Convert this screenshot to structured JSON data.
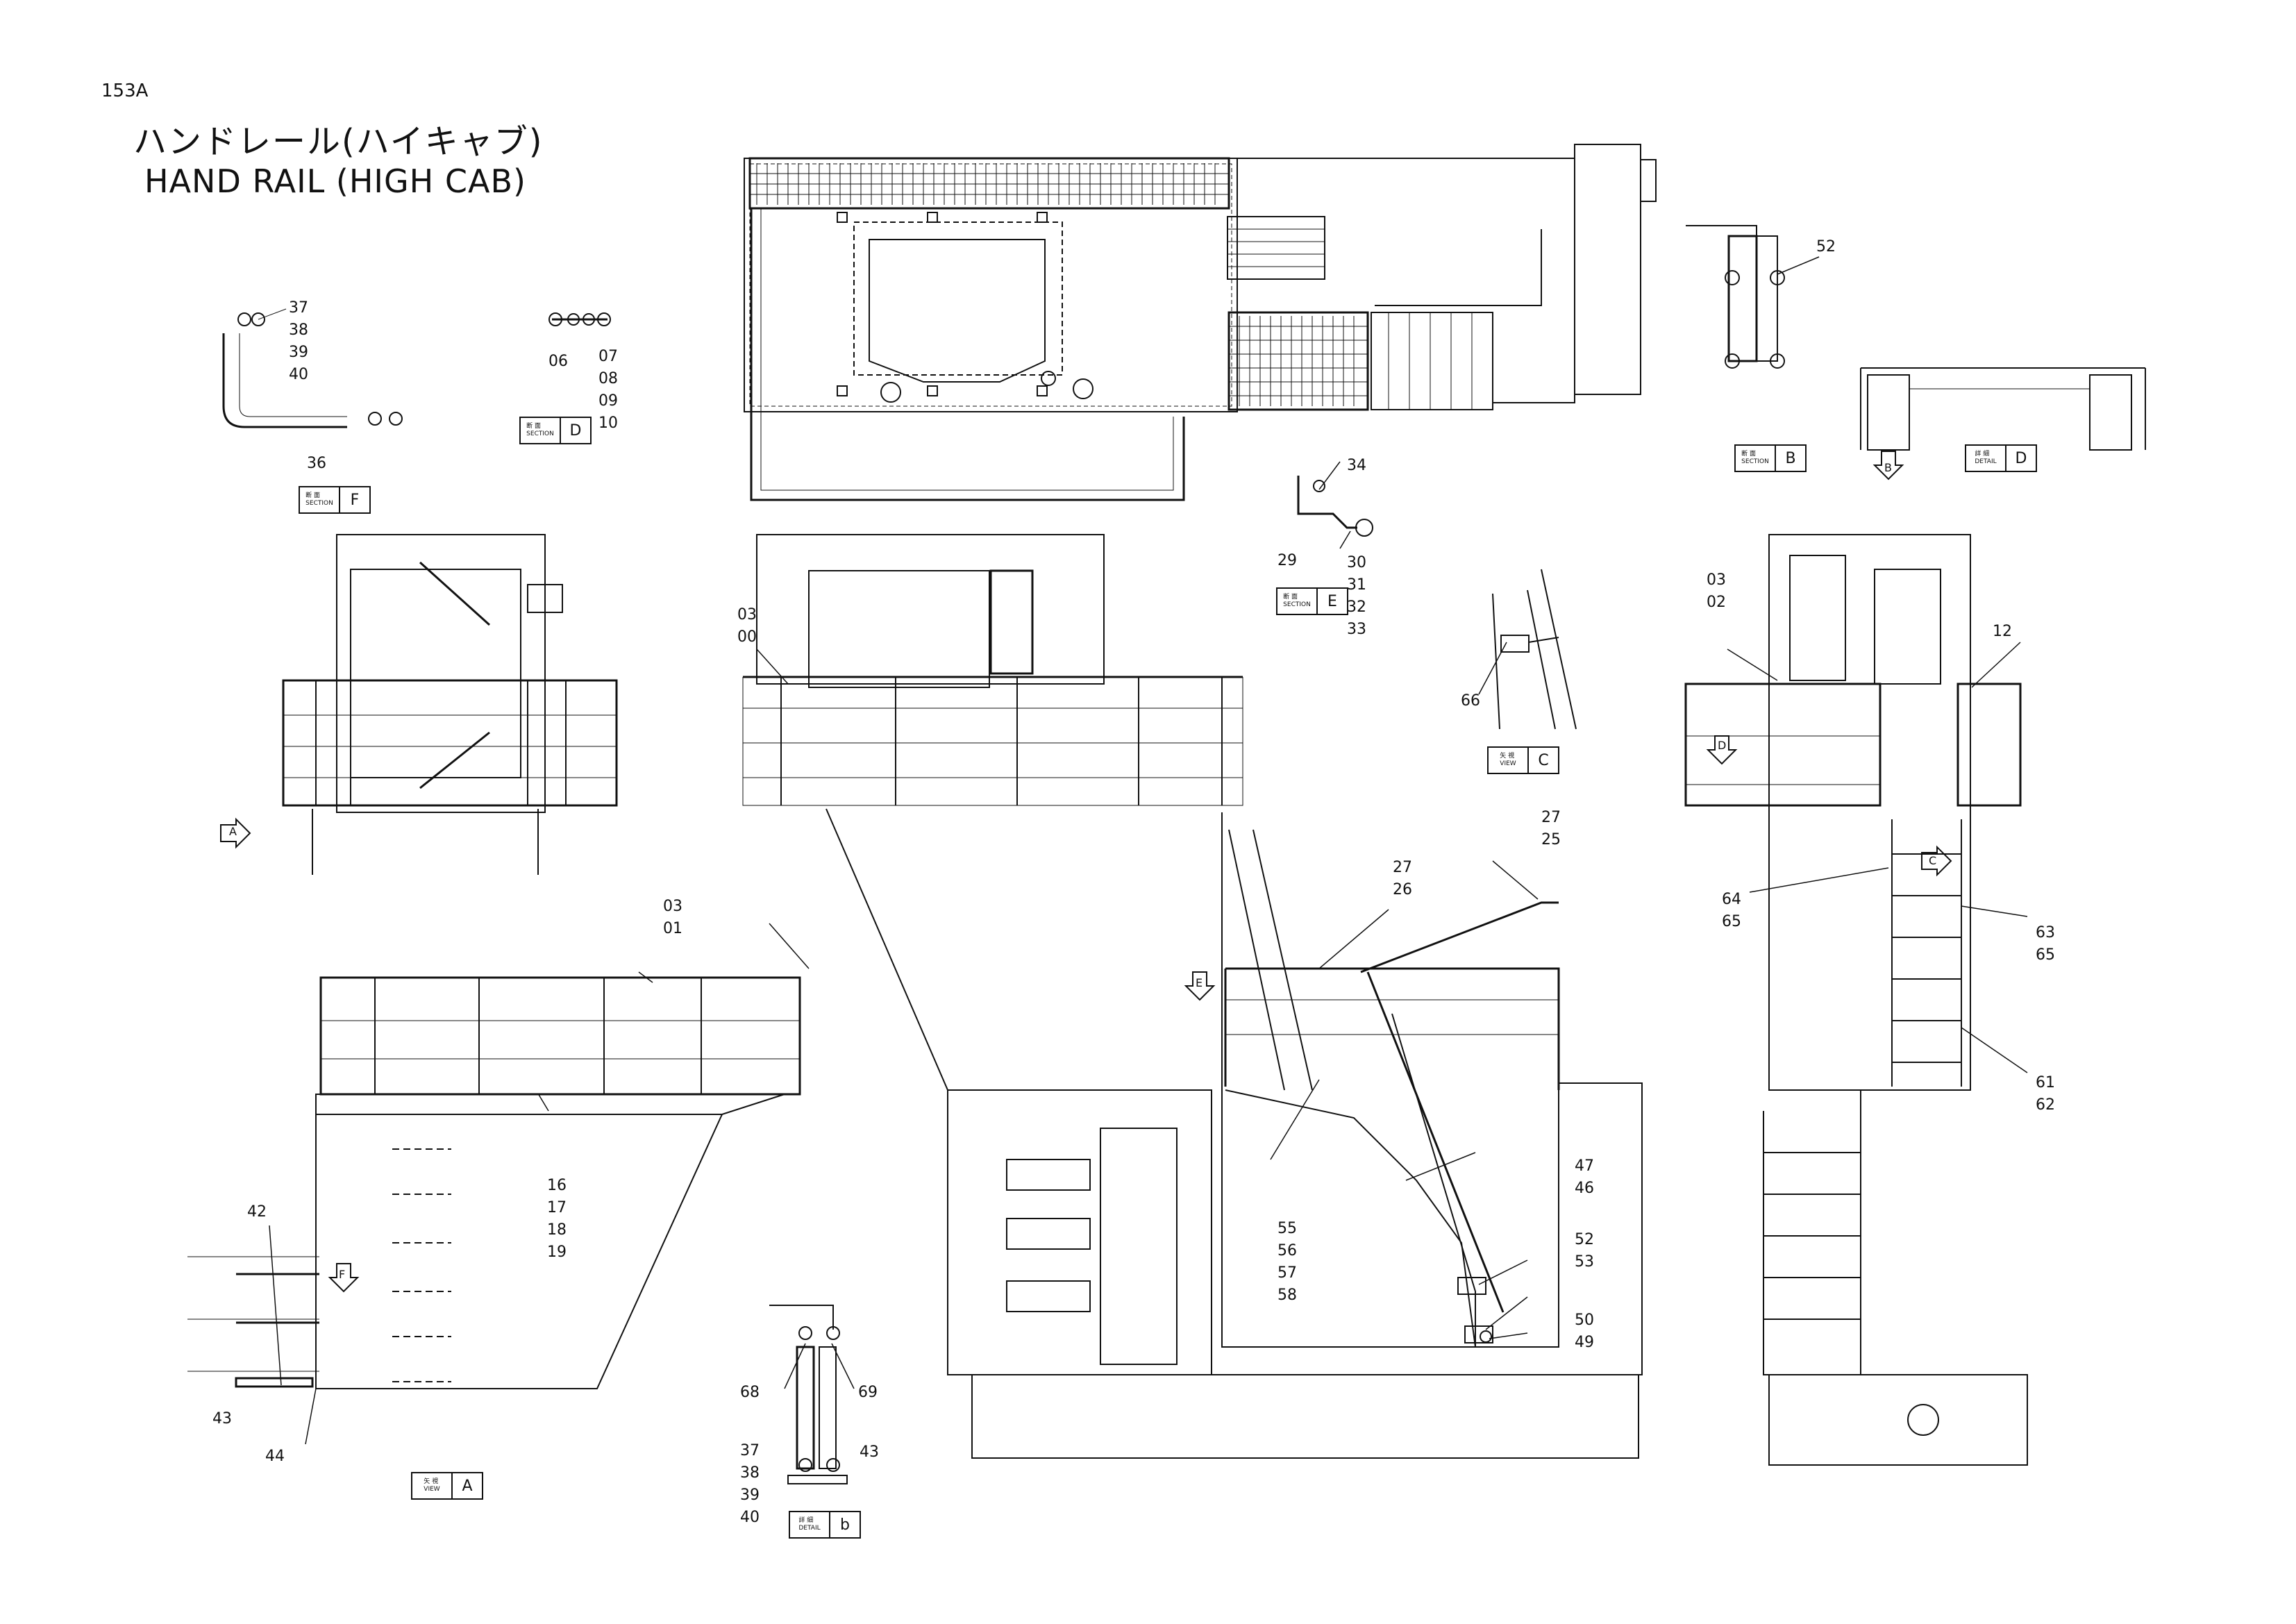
{
  "header": {
    "page_number": "153A",
    "title_jp": "ハンドレール(ハイキャブ)",
    "title_en": "HAND  RAIL (HIGH  CAB)"
  },
  "callouts": {
    "section_f_parts": "37\n38\n39\n40",
    "section_f_36": "36",
    "section_d_06": "06",
    "section_d_parts": "07\n08\n09\n10",
    "section_e_34": "34",
    "section_e_29": "29",
    "section_e_parts": "30\n31\n32\n33",
    "view_c_66": "66",
    "section_b_52": "52",
    "side_03_00": "03\n00",
    "side_27_25": "27\n25",
    "side_27_26": "27\n26",
    "side_47_46": "47\n46",
    "side_55_58": "55\n56\n57\n58",
    "side_52_53": "52\n53",
    "side_50_49": "50\n49",
    "view_a_03_01": "03\n01",
    "view_a_16_19": "16\n17\n18\n19",
    "view_a_42": "42",
    "view_a_43": "43",
    "view_a_44": "44",
    "detail_b_68": "68",
    "detail_b_69": "69",
    "detail_b_parts": "37\n38\n39\n40",
    "detail_b_43": "43",
    "rear_03_02": "03\n02",
    "rear_12": "12",
    "rear_64_65": "64\n65",
    "rear_63_65": "63\n65",
    "rear_61_62": "61\n62"
  },
  "tags": {
    "section_word": "断 面\nSECTION",
    "view_word": "矢 視\nVIEW",
    "detail_word": "詳 細\nDETAIL",
    "section_f": "F",
    "section_d": "D",
    "section_e": "E",
    "view_c": "C",
    "section_b": "B",
    "detail_d": "D",
    "view_a": "A",
    "detail_b": "b"
  },
  "arrows": {
    "a": "A",
    "b": "B",
    "c": "C",
    "d": "D",
    "e": "E",
    "f": "F"
  }
}
